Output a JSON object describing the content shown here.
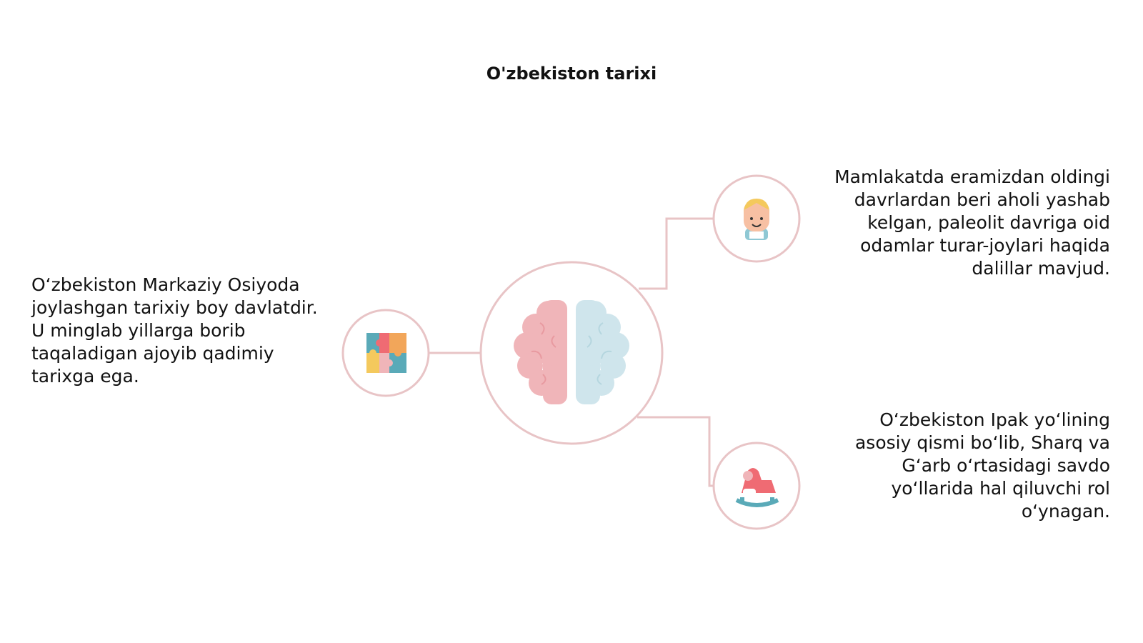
{
  "title": "O'zbekiston tarixi",
  "colors": {
    "ring": "#e8c4c6",
    "pink": "#f0b5b9",
    "blue": "#cfe5ec",
    "teal": "#5aaab8",
    "coral": "#ef6b73",
    "yellow": "#f4c95d",
    "orange": "#f2a65a"
  },
  "center_node": {
    "icon": "brain-icon"
  },
  "nodes": [
    {
      "icon": "puzzle-icon",
      "text": "O‘zbekiston Markaziy Osiyoda\njoylashgan tarixiy boy davlatdir.\nU minglab yillarga borib\ntaqaladigan ajoyib qadimiy\ntarixga ega."
    },
    {
      "icon": "child-face-icon",
      "text": "Mamlakatda eramizdan oldingi\ndavrlardan beri aholi yashab\nkelgan, paleolit davriga oid\nodamlar turar-joylari haqida\ndalillar mavjud."
    },
    {
      "icon": "rocking-horse-icon",
      "text": "O‘zbekiston Ipak yo‘lining\nasosiy qismi bo‘lib, Sharq va\nG‘arb o‘rtasidagi savdo\nyo‘llarida hal qiluvchi rol\no‘ynagan."
    }
  ]
}
